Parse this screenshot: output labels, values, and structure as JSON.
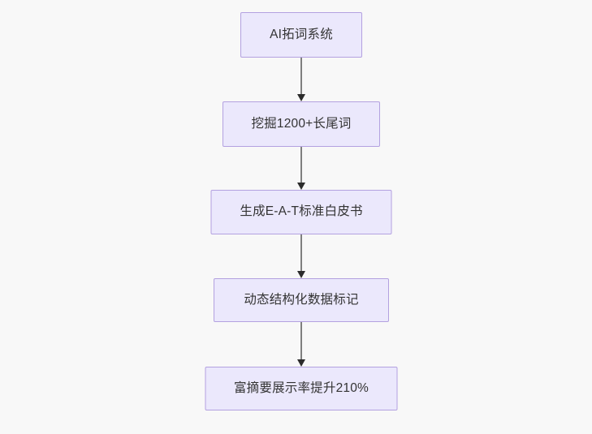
{
  "diagram": {
    "type": "flowchart",
    "orientation": "top-to-bottom",
    "background_color": "#f8f8f8",
    "node_fill_color": "#ebe8fc",
    "node_border_color": "#b3a1e0",
    "node_text_color": "#333333",
    "edge_line_color": "#7f7f7f",
    "edge_arrow_color": "#2b2b2b",
    "nodes": [
      {
        "id": "node-0",
        "label": "AI拓词系统"
      },
      {
        "id": "node-1",
        "label": "挖掘1200+长尾词"
      },
      {
        "id": "node-2",
        "label": "生成E-A-T标准白皮书"
      },
      {
        "id": "node-3",
        "label": "动态结构化数据标记"
      },
      {
        "id": "node-4",
        "label": "富摘要展示率提升210%"
      }
    ],
    "edges": [
      {
        "id": "edge-0",
        "from": "node-0",
        "to": "node-1"
      },
      {
        "id": "edge-1",
        "from": "node-1",
        "to": "node-2"
      },
      {
        "id": "edge-2",
        "from": "node-2",
        "to": "node-3"
      },
      {
        "id": "edge-3",
        "from": "node-3",
        "to": "node-4"
      }
    ]
  }
}
